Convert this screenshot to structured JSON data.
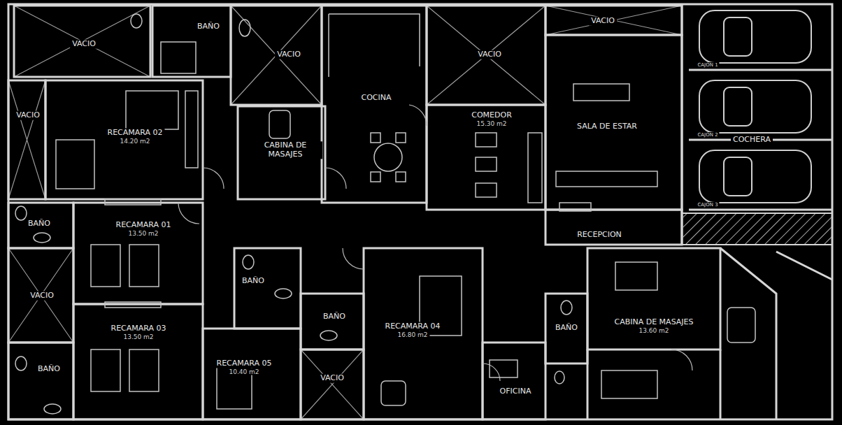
{
  "diagram": {
    "nodes": [
      {
        "text": [
          "VACIO"
        ]
      },
      {
        "text": [
          "BAÑO"
        ]
      },
      {
        "text": [
          "VACIO"
        ]
      },
      {
        "text": [
          "VACIO"
        ]
      },
      {
        "text": [
          "VACIO"
        ]
      },
      {
        "text": [
          "COCINA"
        ]
      },
      {
        "text": [
          "VACIO"
        ]
      },
      {
        "text": [
          "COMEDOR",
          "15.30 m2"
        ]
      },
      {
        "text": [
          "SALA DE ESTAR"
        ]
      },
      {
        "text": [
          "RECAMARA 02",
          "14.20 m2"
        ]
      },
      {
        "text": [
          "CABINA DE MASAJES"
        ]
      },
      {
        "text": [
          "COCHERA"
        ]
      },
      {
        "text": [
          "BAÑO"
        ]
      },
      {
        "text": [
          "RECAMARA 01",
          "13.50 m2"
        ]
      },
      {
        "text": [
          "RECEPCION"
        ]
      },
      {
        "text": [
          "BAÑO"
        ]
      },
      {
        "text": [
          "VACIO"
        ]
      },
      {
        "text": [
          "BAÑO"
        ]
      },
      {
        "text": [
          "RECAMARA 04",
          "16.80 m2"
        ]
      },
      {
        "text": [
          "CABINA DE MASAJES",
          "13.60 m2"
        ]
      },
      {
        "text": [
          "BAÑO"
        ]
      },
      {
        "text": [
          "RECAMARA 03",
          "13.50 m2"
        ]
      },
      {
        "text": [
          "RECAMARA 05",
          "10.40 m2"
        ]
      },
      {
        "text": [
          "BAÑO"
        ]
      },
      {
        "text": [
          "VACIO"
        ]
      },
      {
        "text": [
          "OFICINA"
        ]
      }
    ],
    "labels": [
      "CAJON 1",
      "CAJON 2",
      "CAJON 3"
    ]
  }
}
